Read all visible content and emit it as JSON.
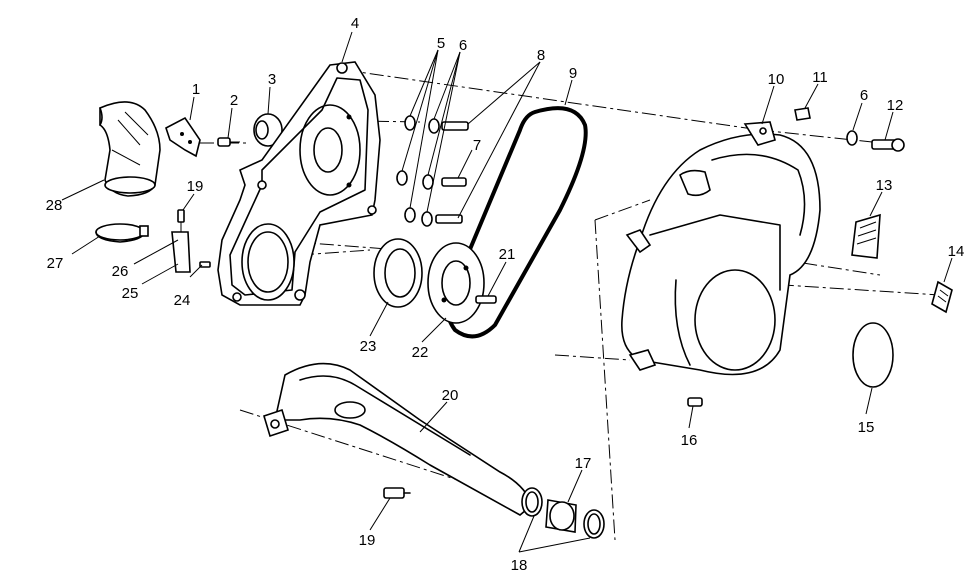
{
  "callouts": {
    "c1": "1",
    "c2": "2",
    "c3": "3",
    "c4": "4",
    "c5": "5",
    "c6a": "6",
    "c6b": "6",
    "c7": "7",
    "c8": "8",
    "c9": "9",
    "c10": "10",
    "c11": "11",
    "c12": "12",
    "c13": "13",
    "c14": "14",
    "c15": "15",
    "c16": "16",
    "c17": "17",
    "c18": "18",
    "c19a": "19",
    "c19b": "19",
    "c20": "20",
    "c21": "21",
    "c22": "22",
    "c23": "23",
    "c24": "24",
    "c25": "25",
    "c26": "26",
    "c27": "27",
    "c28": "28"
  }
}
